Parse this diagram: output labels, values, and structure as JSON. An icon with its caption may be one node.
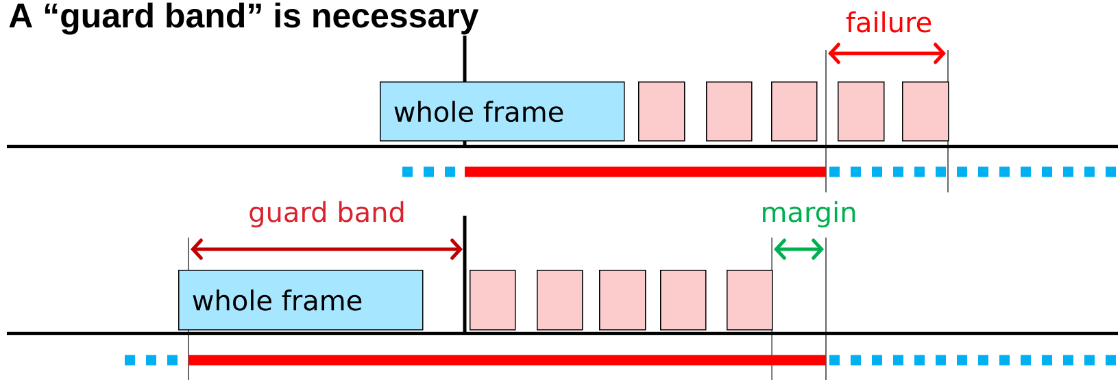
{
  "diagram": {
    "title": "A “guard band” is necessary",
    "nodes": [
      {
        "text": [
          "whole frame"
        ]
      },
      {
        "text": [],
        "shape": "box"
      },
      {
        "text": [],
        "shape": "box"
      },
      {
        "text": [],
        "shape": "box"
      },
      {
        "text": [],
        "shape": "box"
      },
      {
        "text": [],
        "shape": "box"
      },
      {
        "text": [
          "whole frame"
        ]
      },
      {
        "text": [],
        "shape": "box"
      },
      {
        "text": [],
        "shape": "box"
      },
      {
        "text": [],
        "shape": "box"
      },
      {
        "text": [],
        "shape": "box"
      },
      {
        "text": [],
        "shape": "box"
      }
    ],
    "edges": [],
    "labels": [
      "failure",
      "guard band",
      "margin"
    ]
  }
}
